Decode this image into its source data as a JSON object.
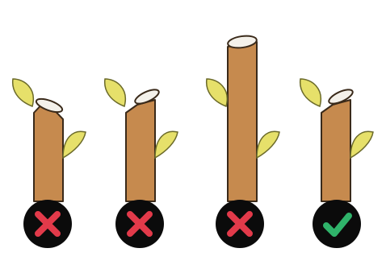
{
  "panels": [
    {
      "id": "cut-1",
      "verdict": "incorrect",
      "badge_icon": "cross-icon"
    },
    {
      "id": "cut-2",
      "verdict": "incorrect",
      "badge_icon": "cross-icon"
    },
    {
      "id": "cut-3",
      "verdict": "incorrect",
      "badge_icon": "cross-icon"
    },
    {
      "id": "cut-4",
      "verdict": "correct",
      "badge_icon": "check-icon"
    }
  ],
  "colors": {
    "stem": "#c68a4e",
    "stem_outline": "#3a2a1a",
    "cut_face": "#f4f1ea",
    "bud": "#e6e06a",
    "bud_outline": "#6b6a2a",
    "badge_bg": "#0b0b0b",
    "cross": "#e23a4a",
    "check": "#2fb36a"
  }
}
